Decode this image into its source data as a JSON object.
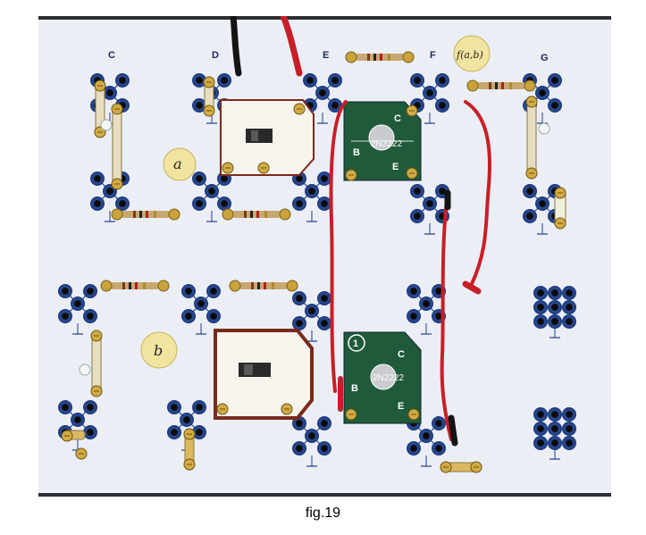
{
  "caption": "fig.19",
  "column_labels": [
    "C",
    "D",
    "E",
    "F",
    "G"
  ],
  "labels": {
    "node_a": "a",
    "node_b": "b",
    "function_tag": "f(a,b)",
    "transistor_top": "2N2222",
    "transistor_bottom": "2N2222",
    "pin_b": "B",
    "pin_c": "C",
    "pin_e": "E",
    "number_badge": "1"
  },
  "colors": {
    "board": "#ebeef5",
    "socket_ring": "#1f3f8a",
    "pcb": "#1f5a3a",
    "wire_red": "#c81e28",
    "wire_black": "#141414"
  }
}
